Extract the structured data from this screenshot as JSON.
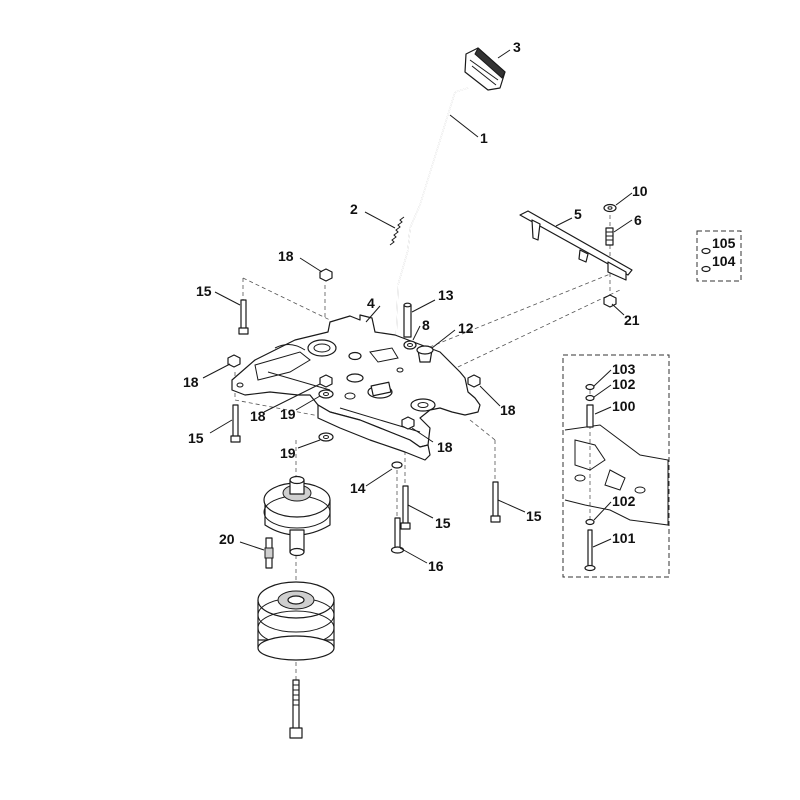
{
  "callouts": {
    "c1": "1",
    "c2": "2",
    "c3": "3",
    "c4": "4",
    "c5": "5",
    "c6": "6",
    "c8": "8",
    "c10": "10",
    "c12": "12",
    "c13": "13",
    "c14": "14",
    "c15a": "15",
    "c15b": "15",
    "c15c": "15",
    "c15d": "15",
    "c16": "16",
    "c18a": "18",
    "c18b": "18",
    "c18c": "18",
    "c18d": "18",
    "c18e": "18",
    "c19a": "19",
    "c19b": "19",
    "c20": "20",
    "c21": "21",
    "c100": "100",
    "c101": "101",
    "c102a": "102",
    "c102b": "102",
    "c103": "103",
    "c104": "104",
    "c105": "105"
  }
}
